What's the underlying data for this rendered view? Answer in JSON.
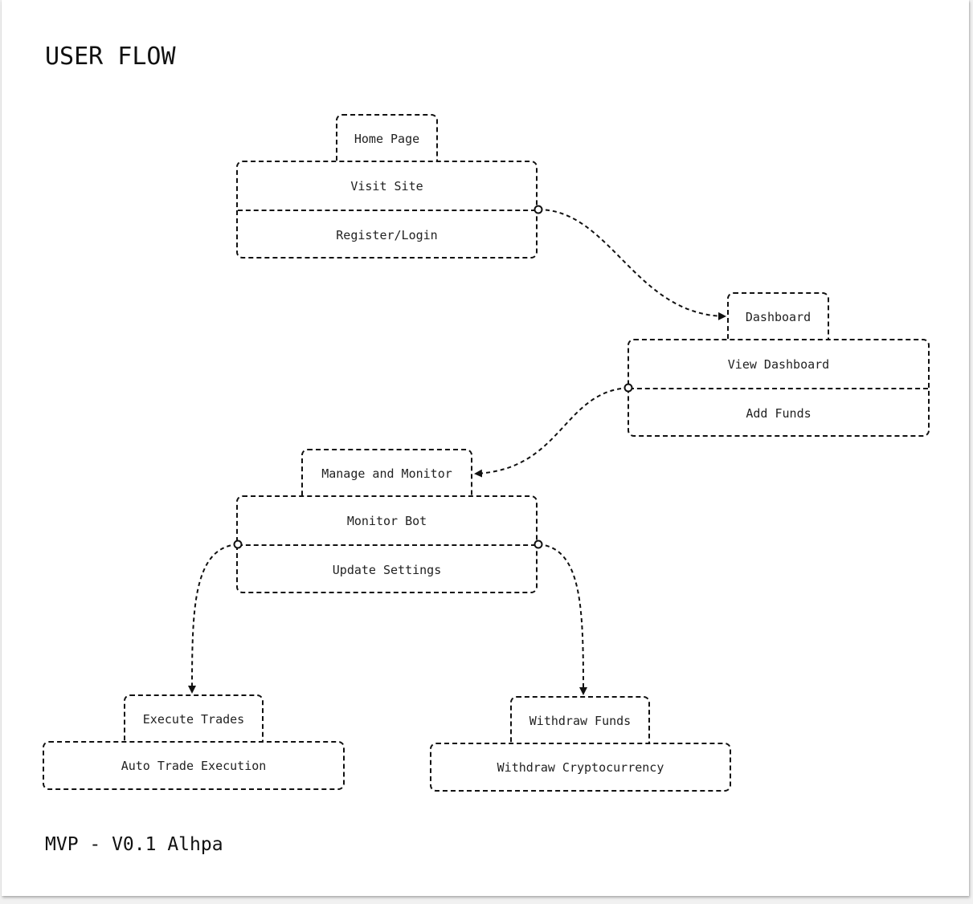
{
  "diagram": {
    "title": "USER FLOW",
    "footer": "MVP - V0.1 Alhpa",
    "colors": {
      "stroke": "#111111",
      "text": "#222222",
      "background": "#ffffff",
      "frame_shadow": "#f1f1f1"
    },
    "nodes": {
      "home": {
        "header": "Home Page",
        "rows": [
          "Visit Site",
          "Register/Login"
        ]
      },
      "dashboard": {
        "header": "Dashboard",
        "rows": [
          "View Dashboard",
          "Add Funds"
        ]
      },
      "manage": {
        "header": "Manage and Monitor",
        "rows": [
          "Monitor Bot",
          "Update Settings"
        ]
      },
      "execute": {
        "header": "Execute Trades",
        "rows": [
          "Auto Trade Execution"
        ]
      },
      "withdraw": {
        "header": "Withdraw Funds",
        "rows": [
          "Withdraw Cryptocurrency"
        ]
      }
    },
    "edges": [
      {
        "from": "home",
        "to": "dashboard"
      },
      {
        "from": "dashboard",
        "to": "manage"
      },
      {
        "from": "manage",
        "to": "execute"
      },
      {
        "from": "manage",
        "to": "withdraw"
      }
    ]
  }
}
